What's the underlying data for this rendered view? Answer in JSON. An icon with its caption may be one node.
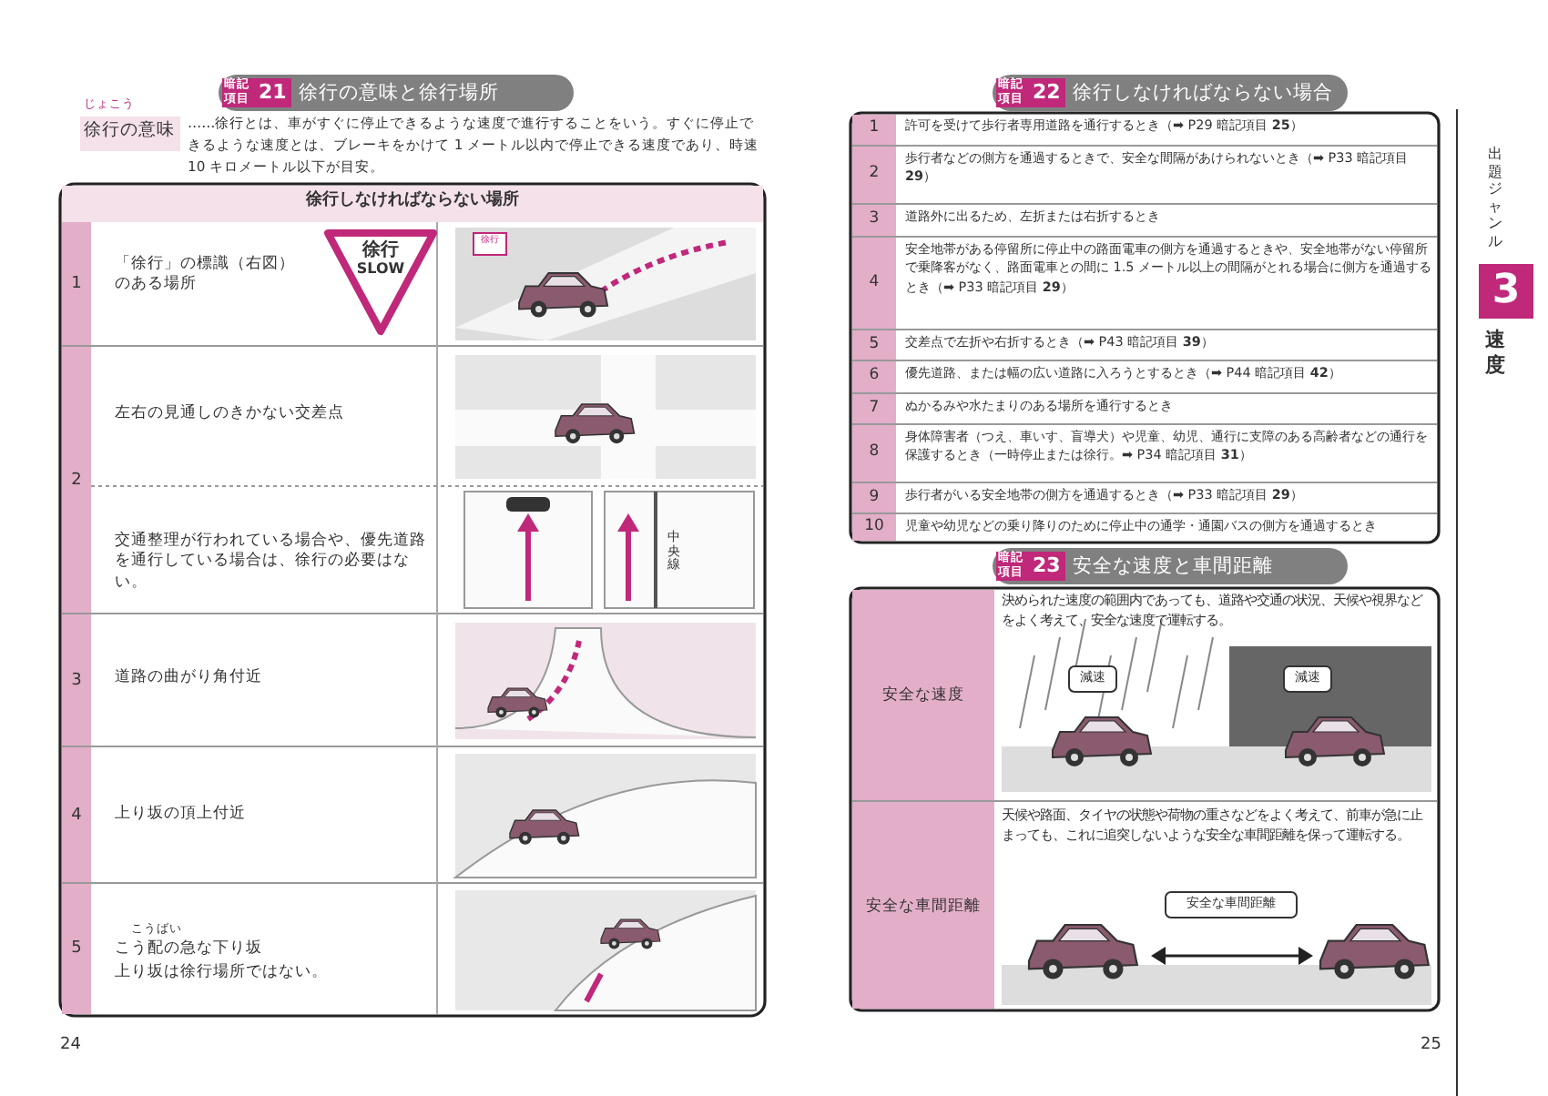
{
  "diagram": {
    "labels": [
      "暗記項目",
      "21",
      "徐行の意味と徐行場所",
      "じょこう",
      "徐行の意味",
      "……徐行とは、車がすぐに停止できるような速度で進行することをいう。すぐに停止できるような速度とは、ブレーキをかけて 1 メートル以内で停止できる速度であり、時速 10 キロメートル以下が目安。",
      "徐行しなければならない場所",
      "1",
      "「徐行」の標識（右図）のある場所",
      "徐行",
      "SLOW",
      "徐行",
      "2",
      "左右の見通しのきかない交差点",
      "交通整理が行われている場合や、優先道路を通行している場合は、徐行の必要はない。",
      "中央線",
      "3",
      "道路の曲がり角付近",
      "4",
      "上り坂の頂上付近",
      "5",
      "こうばい",
      "こう配の急な下り坂",
      "上り坂は徐行場所ではない。",
      "24",
      "暗記項目",
      "22",
      "徐行しなければならない場合",
      "1",
      "許可を受けて歩行者専用道路を通行するとき（➡ P29 暗記項目 **25**）",
      "2",
      "歩行者などの側方を通過するときで、安全な間隔があけられないとき（➡ P33 暗記項目 **29**）",
      "3",
      "道路外に出るため、左折または右折するとき",
      "4",
      "安全地帯がある停留所に停止中の路面電車の側方を通過するときや、安全地帯がない停留所で乗降客がなく、路面電車との間に 1.5 メートル以上の間隔がとれる場合に側方を通過するとき（➡ P33 暗記項目 **29**）",
      "5",
      "交差点で左折や右折するとき（➡ P43 暗記項目 **39**）",
      "6",
      "優先道路、または幅の広い道路に入ろうとするとき（➡ P44 暗記項目 **42**）",
      "7",
      "ぬかるみや水たまりのある場所を通行するとき",
      "8",
      "身体障害者（つえ、車いす、盲導犬）や児童、幼児、通行に支障のある高齢者などの通行を保護するとき（一時停止または徐行。➡ P34 暗記項目 **31**）",
      "9",
      "歩行者がいる安全地帯の側方を通過するとき（➡ P33 暗記項目 **29**）",
      "10",
      "児童や幼児などの乗り降りのために停止中の通学・通園バスの側方を通過するとき",
      "暗記項目",
      "23",
      "安全な速度と車間距離",
      "安全な速度",
      "決められた速度の範囲内であっても、道路や交通の状況、天候や視界などをよく考えて、安全な速度で運転する。",
      "減速",
      "減速",
      "安全な車間距離",
      "天候や路面、タイヤの状態や荷物の重さなどをよく考えて、前車が急に止まっても、これに追突しないような安全な車間距離を保って運転する。",
      "安全な車間距離",
      "25",
      "出題ジャンル",
      "3",
      "速度"
    ]
  }
}
